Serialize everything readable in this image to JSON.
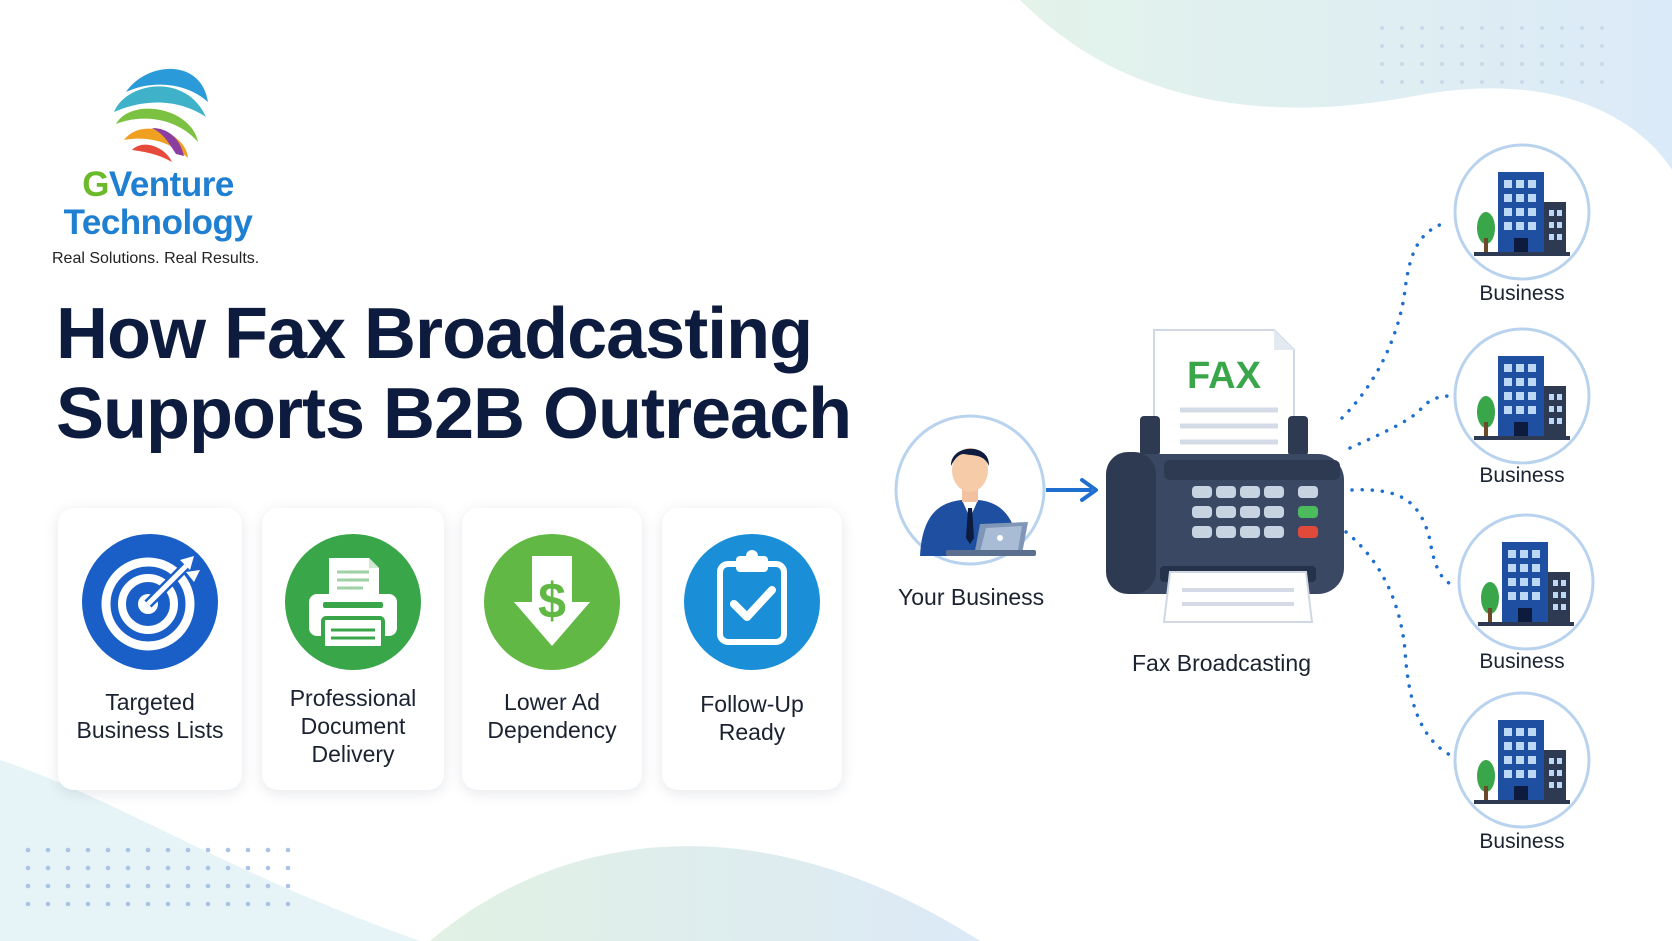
{
  "logo": {
    "name_g": "G",
    "name_rest": "Venture",
    "name_line2": "Technology",
    "tagline": "Real Solutions. Real Results."
  },
  "headline": {
    "line1": "How Fax Broadcasting",
    "line2": "Supports B2B Outreach"
  },
  "cards": [
    {
      "label_lines": [
        "Targeted",
        "Business Lists"
      ],
      "icon": "target-icon",
      "color": "#1a5fc8"
    },
    {
      "label_lines": [
        "Professional",
        "Document",
        "Delivery"
      ],
      "icon": "printer-icon",
      "color": "#3aa64a"
    },
    {
      "label_lines": [
        "Lower Ad",
        "Dependency"
      ],
      "icon": "dollar-down-arrow-icon",
      "color": "#62b845"
    },
    {
      "label_lines": [
        "Follow-Up",
        "Ready"
      ],
      "icon": "clipboard-check-icon",
      "color": "#1a8fd8"
    }
  ],
  "diagram": {
    "source_label": "Your Business",
    "hub_label": "Fax Broadcasting",
    "fax_text": "FAX",
    "targets": [
      "Business",
      "Business",
      "Business",
      "Business"
    ]
  },
  "colors": {
    "navy": "#0d1b3e",
    "blue": "#1f7fd0",
    "green": "#6aba2a",
    "dot_line": "#1f6fd0"
  }
}
